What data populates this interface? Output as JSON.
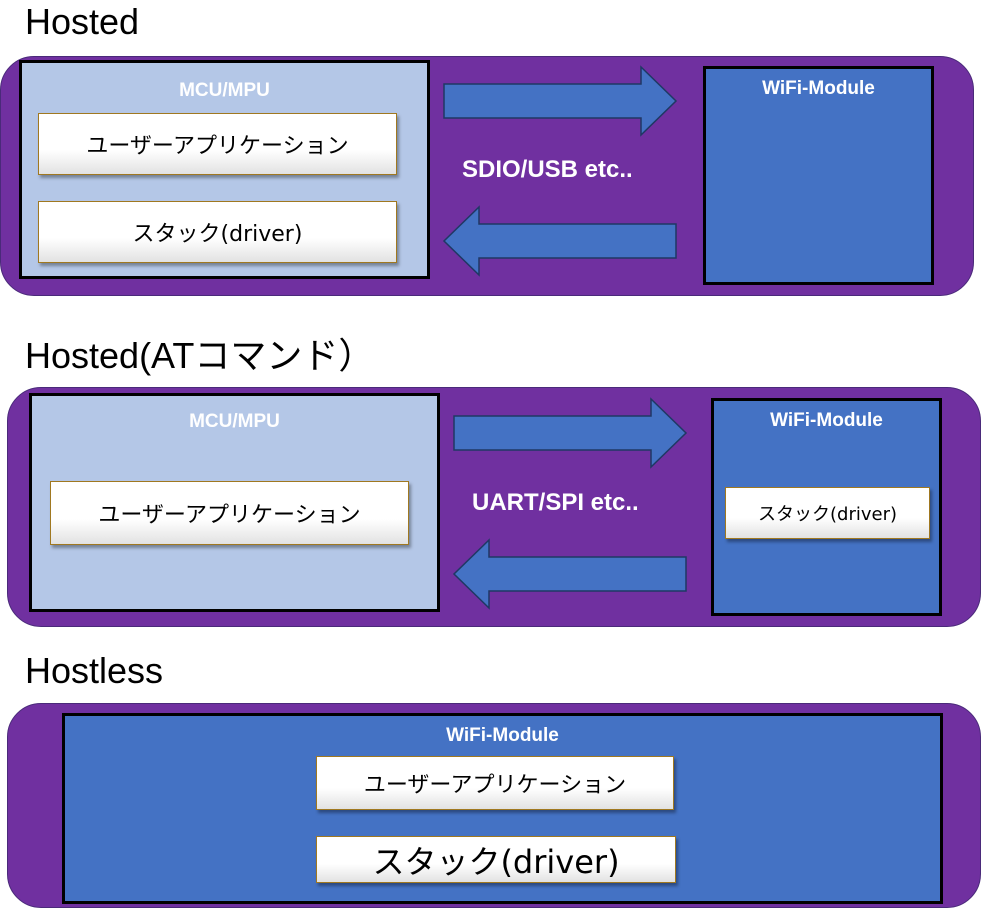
{
  "colors": {
    "panel": "#7030a0",
    "mcu_box": "#b4c7e7",
    "wifi_box": "#4472c4",
    "arrow": "#4472c4",
    "text_light": "#ffffff"
  },
  "hosted": {
    "title": "Hosted",
    "mcu_label": "MCU/MPU",
    "app_layer": "ユーザーアプリケーション",
    "stack_layer": "スタック(driver)",
    "interface": "SDIO/USB etc..",
    "wifi_label": "WiFi-Module"
  },
  "hosted_at": {
    "title": "Hosted(ATコマンド）",
    "mcu_label": "MCU/MPU",
    "app_layer": "ユーザーアプリケーション",
    "interface": "UART/SPI etc..",
    "wifi_label": "WiFi-Module",
    "stack_layer": "スタック(driver)"
  },
  "hostless": {
    "title": "Hostless",
    "wifi_label": "WiFi-Module",
    "app_layer": "ユーザーアプリケーション",
    "stack_layer": "スタック(driver)"
  }
}
